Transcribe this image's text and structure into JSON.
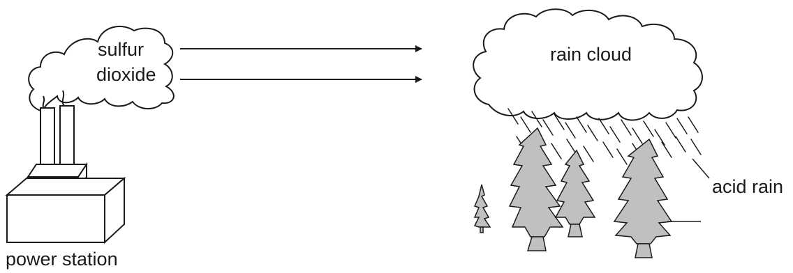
{
  "labels": {
    "gas_line1": "sulfur",
    "gas_line2": "dioxide",
    "cloud": "rain cloud",
    "rain": "acid rain",
    "source": "power station"
  },
  "colors": {
    "ink": "#1a1a1a",
    "tree_fill": "#c0c0c0",
    "background": "#ffffff"
  }
}
